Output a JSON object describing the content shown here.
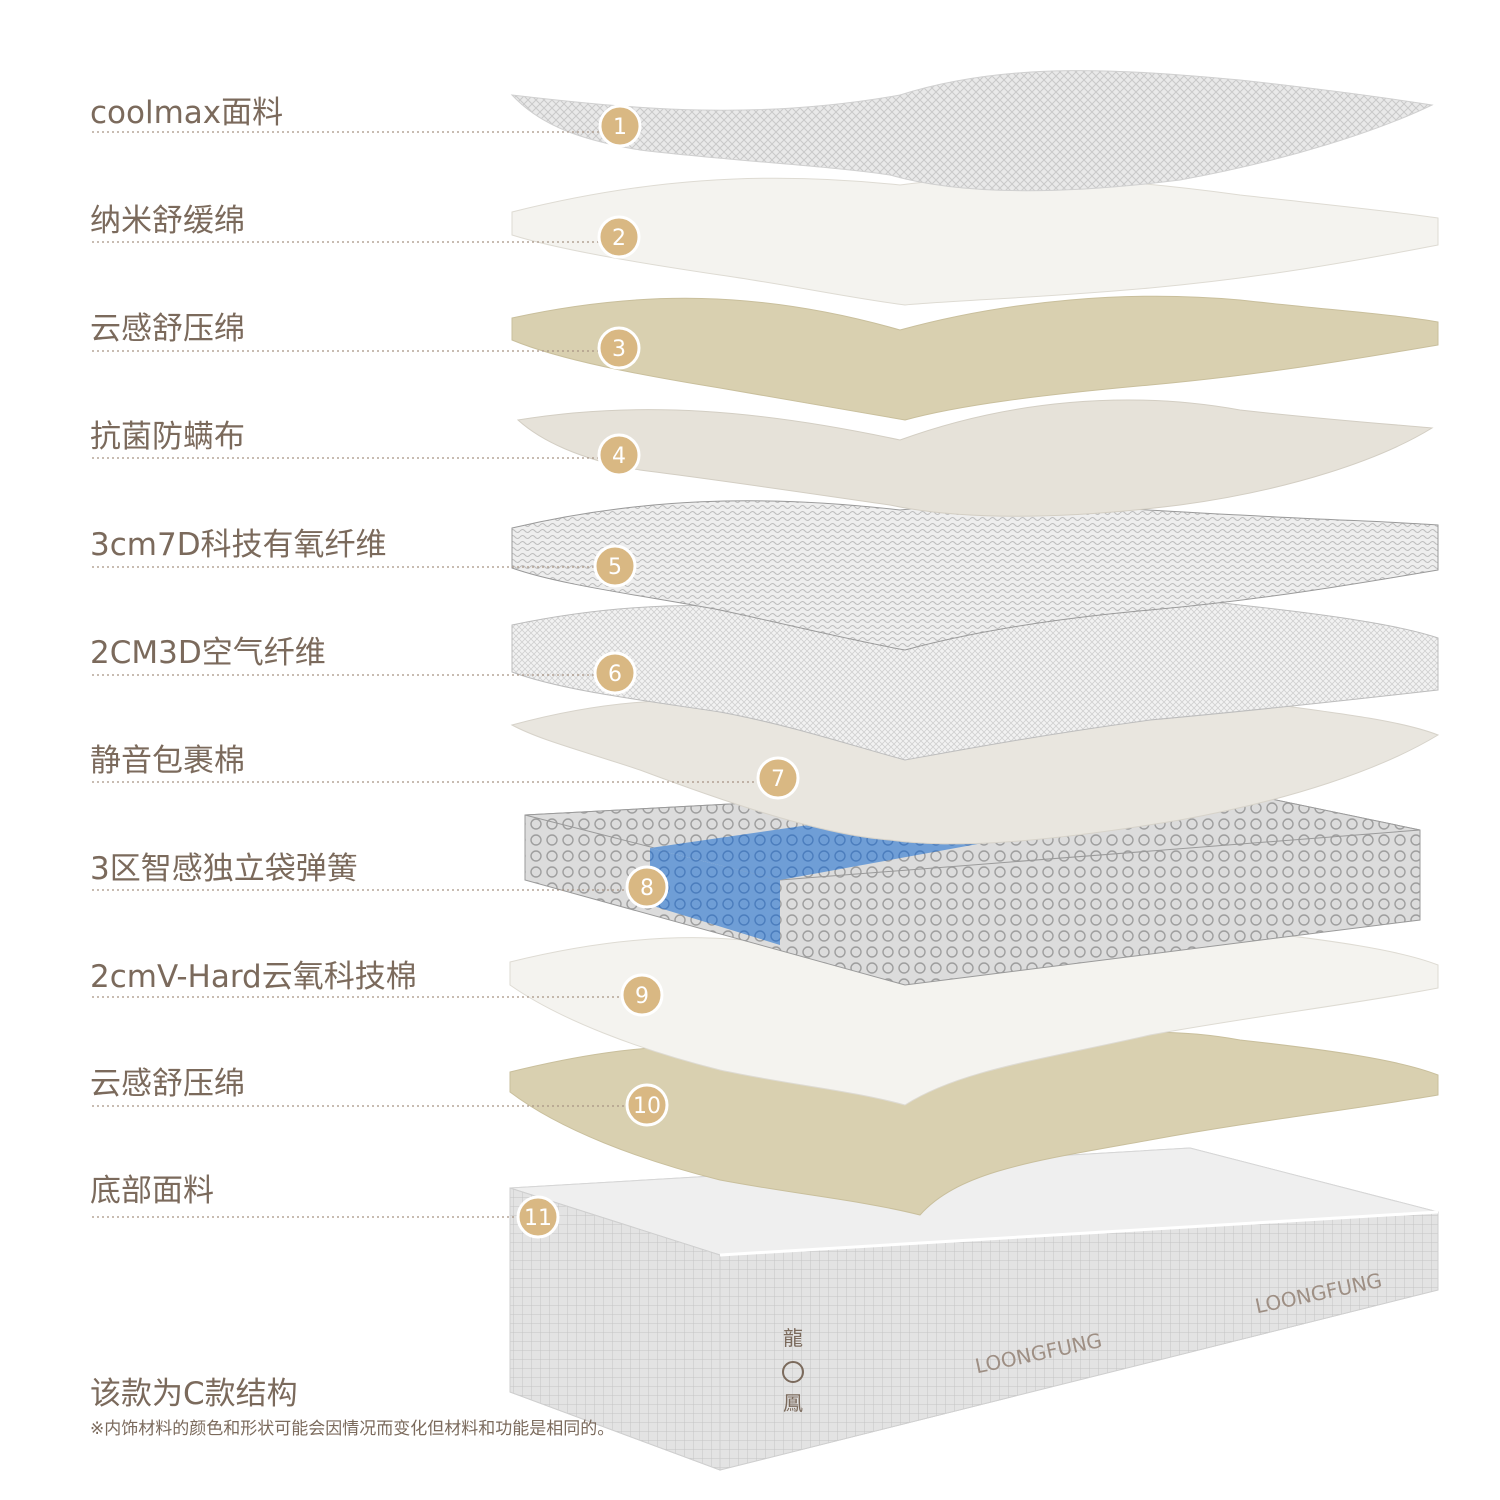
{
  "layers": [
    {
      "num": "1",
      "label": "coolmax面料"
    },
    {
      "num": "2",
      "label": "纳米舒缓绵"
    },
    {
      "num": "3",
      "label": "云感舒压绵"
    },
    {
      "num": "4",
      "label": "抗菌防螨布"
    },
    {
      "num": "5",
      "label": "3cm7D科技有氧纤维"
    },
    {
      "num": "6",
      "label": "2CM3D空气纤维"
    },
    {
      "num": "7",
      "label": "静音包裹棉"
    },
    {
      "num": "8",
      "label": "3区智感独立袋弹簧"
    },
    {
      "num": "9",
      "label": "2cmV-Hard云氧科技棉"
    },
    {
      "num": "10",
      "label": "云感舒压绵"
    },
    {
      "num": "11",
      "label": "底部面料"
    }
  ],
  "footer": {
    "title": "该款为C款结构",
    "note": "※内饰材料的颜色和形状可能会因情况而变化但材料和功能是相同的。"
  },
  "brand": {
    "logo_text": "LOONGFUNG",
    "seal_top": "龍",
    "seal_bottom": "鳳"
  },
  "colors": {
    "label": "#7b6a5c",
    "badge": "#d9b883",
    "white_layer": "#f4f3ef",
    "beige_layer": "#d9d0b0",
    "fabric_layer": "#e9e6df",
    "spring_zone": "#6f9ed6"
  }
}
